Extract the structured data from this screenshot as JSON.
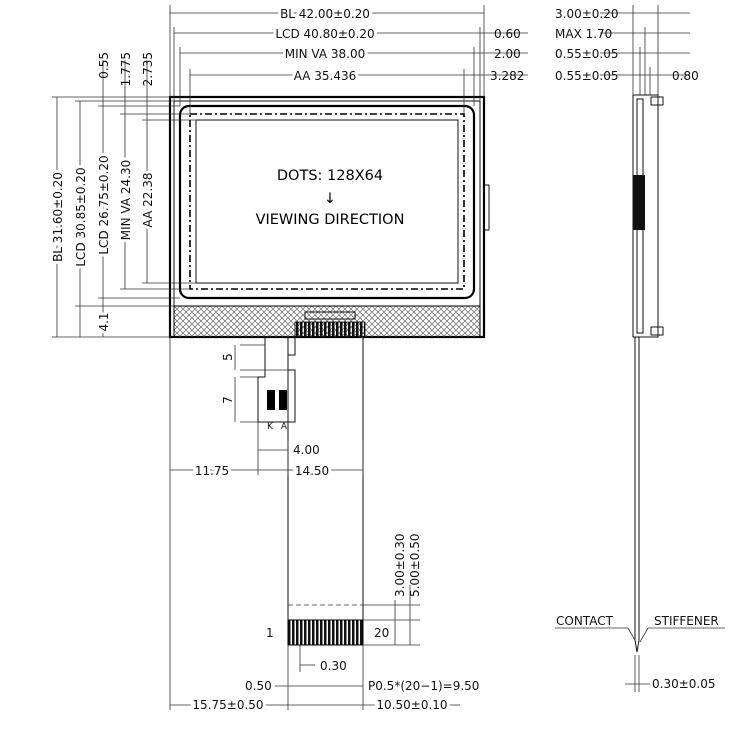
{
  "top_dims": {
    "bl": "BL  42.00±0.20",
    "lcd": "LCD  40.80±0.20",
    "minva": "MIN  VA  38.00",
    "aa": "AA  35.436",
    "r1": "0.60",
    "r2": "2.00",
    "r3": "3.282"
  },
  "left_dims": {
    "v1": "0.55",
    "v2": "1.775",
    "v3": "2.735",
    "bl": "BL  31.60±0.20",
    "lcd1": "LCD  30.85±0.20",
    "lcd2": "LCD  26.75±0.20",
    "minva": "MIN  VA  24.30",
    "aa": "AA  22.38",
    "v4": "4.1"
  },
  "screen": {
    "dots": "DOTS:   128X64",
    "arrow": "↓",
    "viewing": "VIEWING  DIRECTION"
  },
  "fpc_dims": {
    "d5": "5",
    "d7": "7",
    "led_k": "K",
    "led_a": "A",
    "d4": "4.00",
    "d1175": "11.75",
    "d1450": "14.50",
    "d300": "3.00±0.30",
    "d500": "5.00±0.50",
    "pin1": "1",
    "pin20": "20",
    "d030": "0.30",
    "d050": "0.50",
    "pitch": "P0.5*(20−1)=9.50",
    "d1575": "15.75±0.50",
    "d1050": "10.50±0.10"
  },
  "side_dims": {
    "t1": "3.00±0.20",
    "t2": "MAX  1.70",
    "t3": "0.55±0.05",
    "t4": "0.55±0.05",
    "t5": "0.80",
    "contact": "CONTACT",
    "stiffener": "STIFFENER",
    "bottom": "0.30±0.05"
  }
}
